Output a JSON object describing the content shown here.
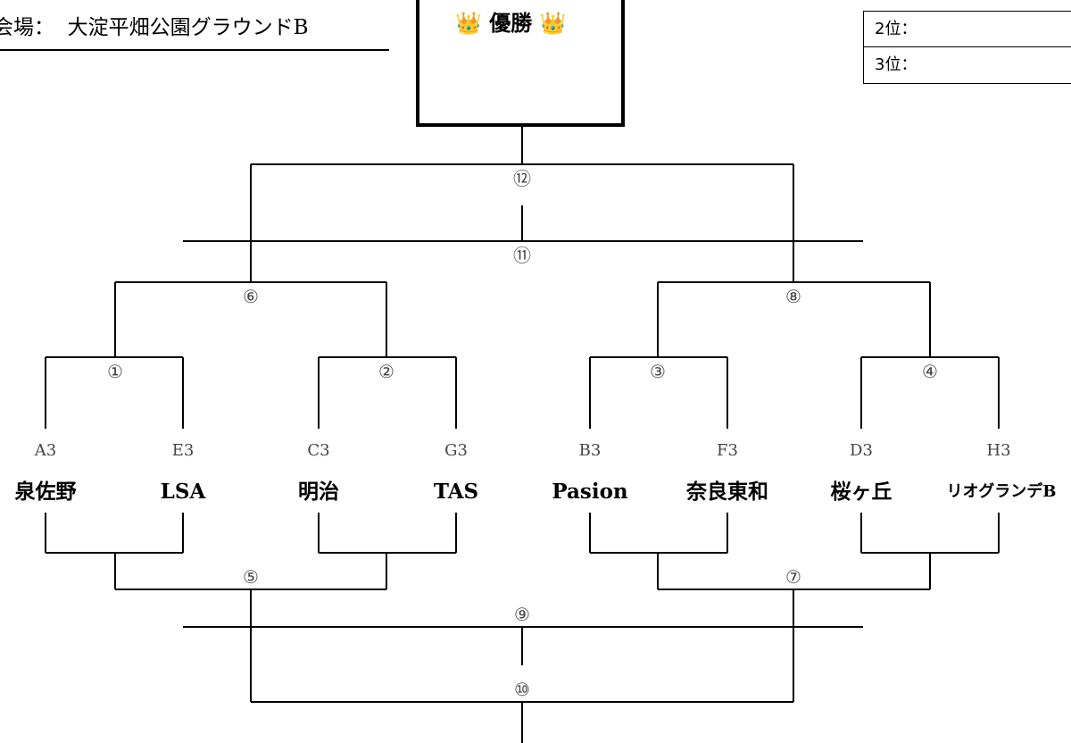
{
  "header": {
    "venue_label": "会場：",
    "venue_name": "大淀平畑公園グラウンドB",
    "champion_title": "👑 優勝 👑",
    "rank2_label": "2位：",
    "rank3_label": "3位："
  },
  "matches": {
    "m1": "①",
    "m2": "②",
    "m3": "③",
    "m4": "④",
    "m5": "⑤",
    "m6": "⑥",
    "m7": "⑦",
    "m8": "⑧",
    "m9": "⑨",
    "m10": "⑩",
    "m11": "⑪",
    "m12": "⑫"
  },
  "teams": [
    {
      "seed": "A3",
      "name": "泉佐野"
    },
    {
      "seed": "E3",
      "name": "LSA"
    },
    {
      "seed": "C3",
      "name": "明治"
    },
    {
      "seed": "G3",
      "name": "TAS"
    },
    {
      "seed": "B3",
      "name": "Pasion"
    },
    {
      "seed": "F3",
      "name": "奈良東和"
    },
    {
      "seed": "D3",
      "name": "桜ヶ丘"
    },
    {
      "seed": "H3",
      "name": "リオグランデB"
    }
  ]
}
